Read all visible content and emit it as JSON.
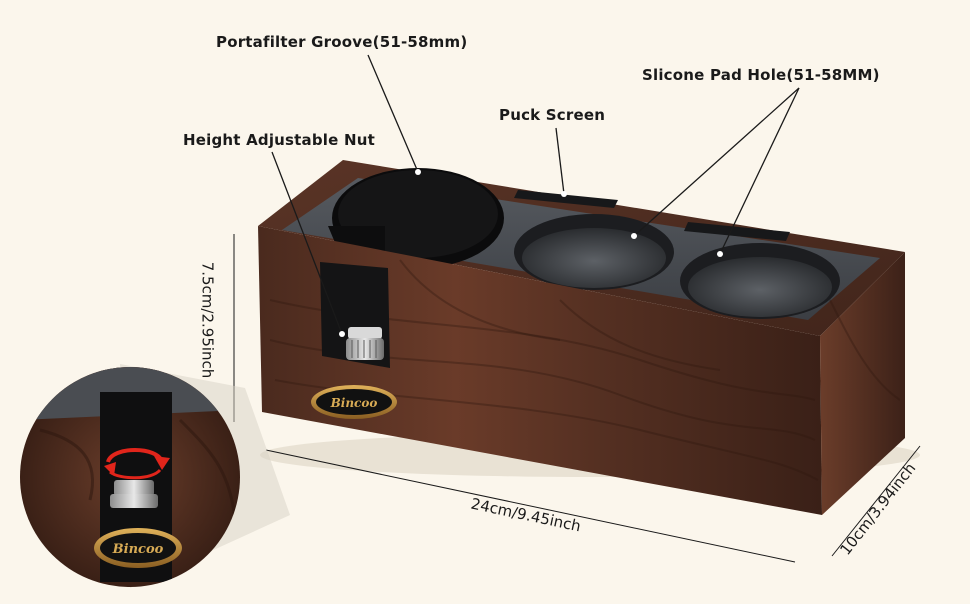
{
  "labels": {
    "portafilter": "Portafilter Groove(51-58mm)",
    "silicone": "Slicone Pad Hole(51-58MM)",
    "puck": "Puck Screen",
    "nut": "Height Adjustable Nut"
  },
  "dimensions": {
    "height": "7.5cm/2.95inch",
    "length": "24cm/9.45inch",
    "depth": "10cm/3.94inch"
  },
  "brand": "Bincoo",
  "colors": {
    "background": "#fbf6ec",
    "wood_dark": "#3d2218",
    "wood_mid": "#5a3325",
    "tray": "#3a3d42",
    "badge_gold": "#b8893a",
    "rotate_arrow": "#e1251b"
  }
}
